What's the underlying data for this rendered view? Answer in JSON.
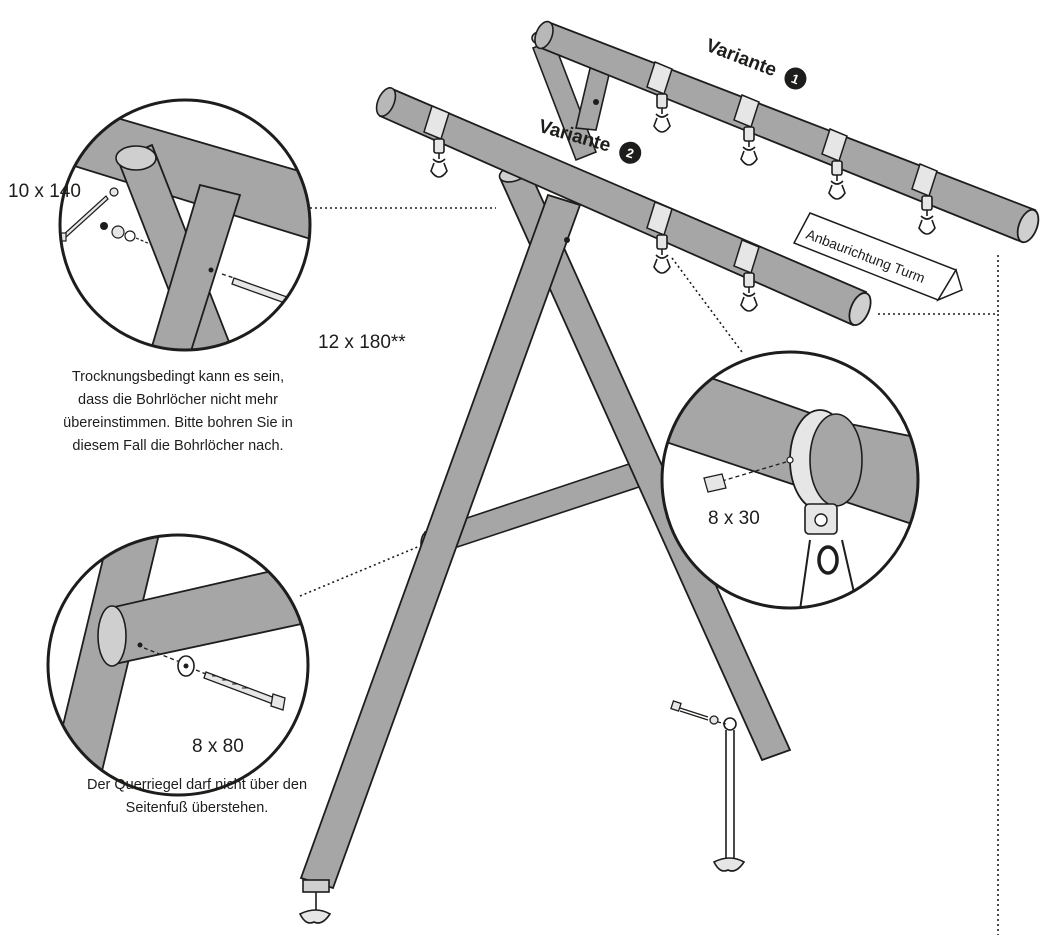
{
  "labels": {
    "variant1_word": "Variante",
    "variant1_num": "1",
    "variant2_word": "Variante",
    "variant2_num": "2",
    "sign": "Anbaurichtung Turm",
    "bolt_top_small": "10 x 140",
    "bolt_top_large": "12 x 180**",
    "bolt_swivel": "8 x 30",
    "bolt_crossbar": "8 x 80"
  },
  "notes": {
    "drill_lines": [
      "Trocknungsbedingt kann es sein,",
      "dass die Bohrlöcher nicht mehr",
      "übereinstimmen. Bitte bohren Sie in",
      "diesem Fall die Bohrlöcher nach."
    ],
    "crossbar_lines": [
      "Der Querriegel darf nicht über den",
      "Seitenfuß überstehen."
    ]
  },
  "colors": {
    "wood": "#a6a6a6",
    "wood_light": "#cfcfcf",
    "outline": "#1d1d1b",
    "metal": "#e6e6e6"
  },
  "icons": [
    "swing-hook-icon",
    "ground-anchor-icon",
    "bolt-icon",
    "washer-icon",
    "nut-icon"
  ]
}
